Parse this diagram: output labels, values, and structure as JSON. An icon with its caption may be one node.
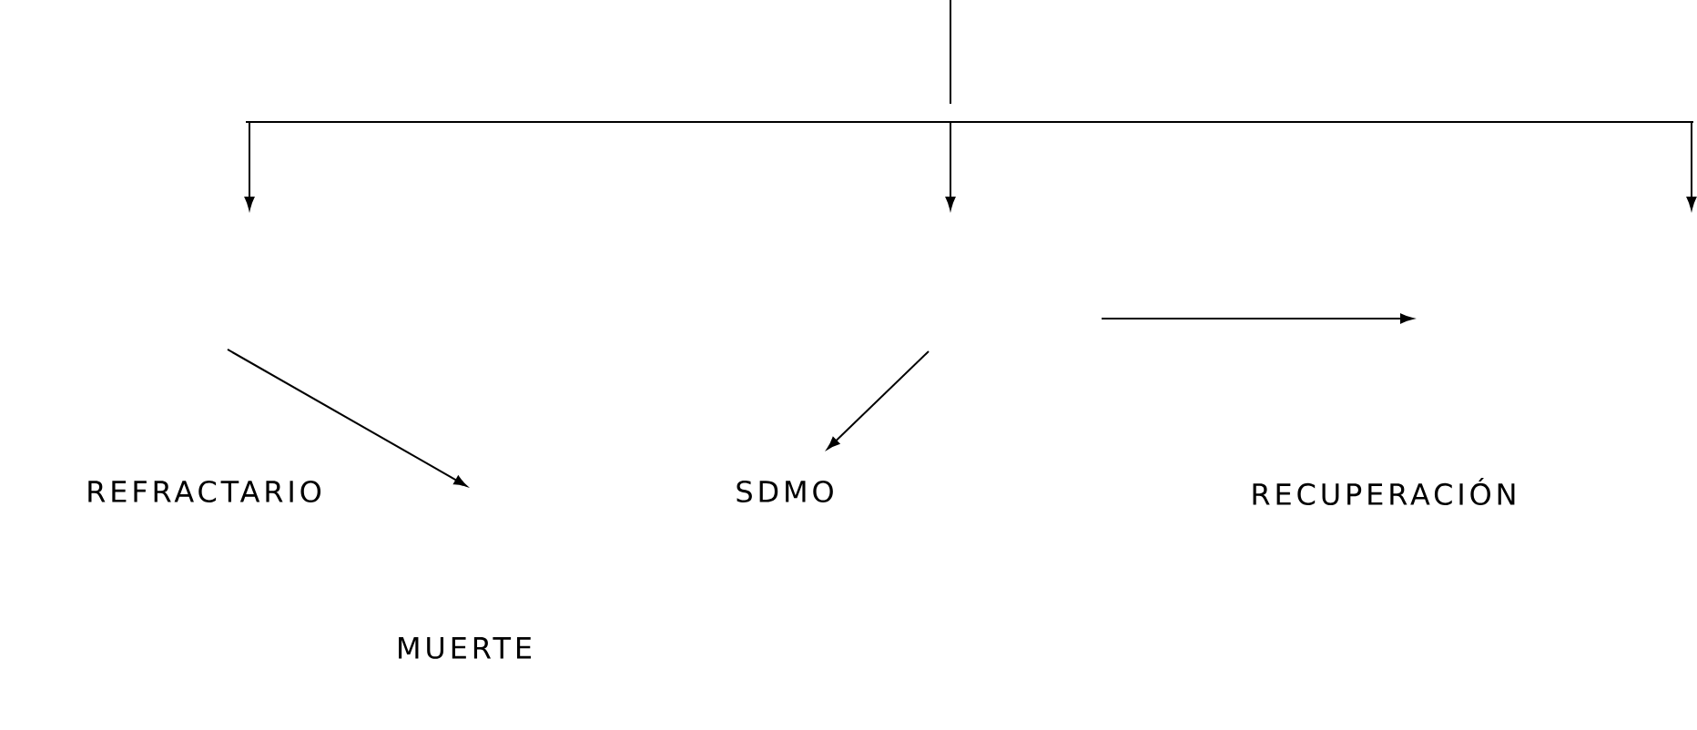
{
  "diagram": {
    "labels": [
      "REFRACTARIO",
      "SDMO",
      "RECUPERACIÓN",
      "MUERTE"
    ]
  }
}
